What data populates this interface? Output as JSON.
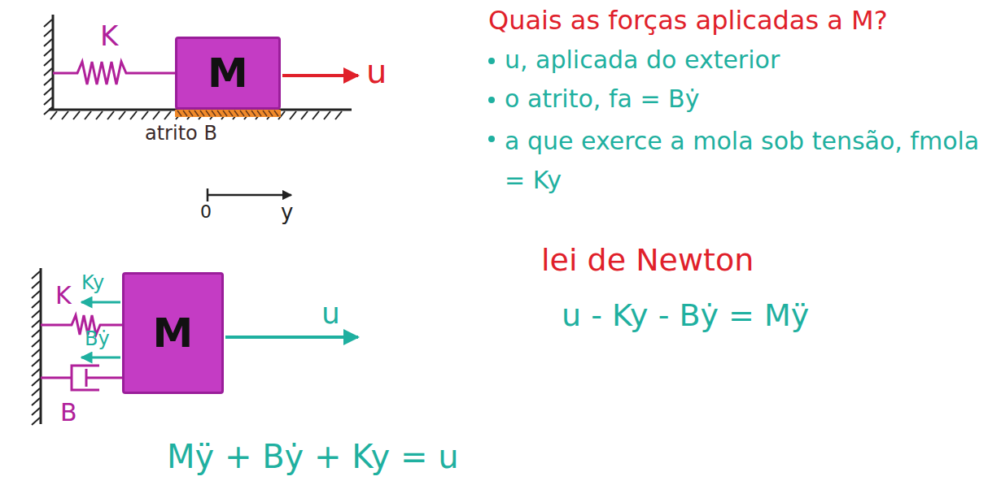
{
  "diagram": {
    "title": "Quais as forças aplicadas a M?",
    "nodes": [
      {
        "text": [
          "M"
        ]
      },
      {
        "text": [
          "M"
        ]
      }
    ],
    "labels": [
      "K",
      "u",
      "atrito B",
      "0",
      "y",
      "K",
      "Ky",
      "Bẏ",
      "u",
      "B",
      "u, aplicada do exterior",
      "o atrito, fa = Bẏ",
      "a que exerce a mola sob tensão, fmola = Ky",
      "lei de Newton",
      "u - Ky - Bẏ = Mÿ",
      "Mÿ + Bẏ + Ky = u"
    ]
  }
}
